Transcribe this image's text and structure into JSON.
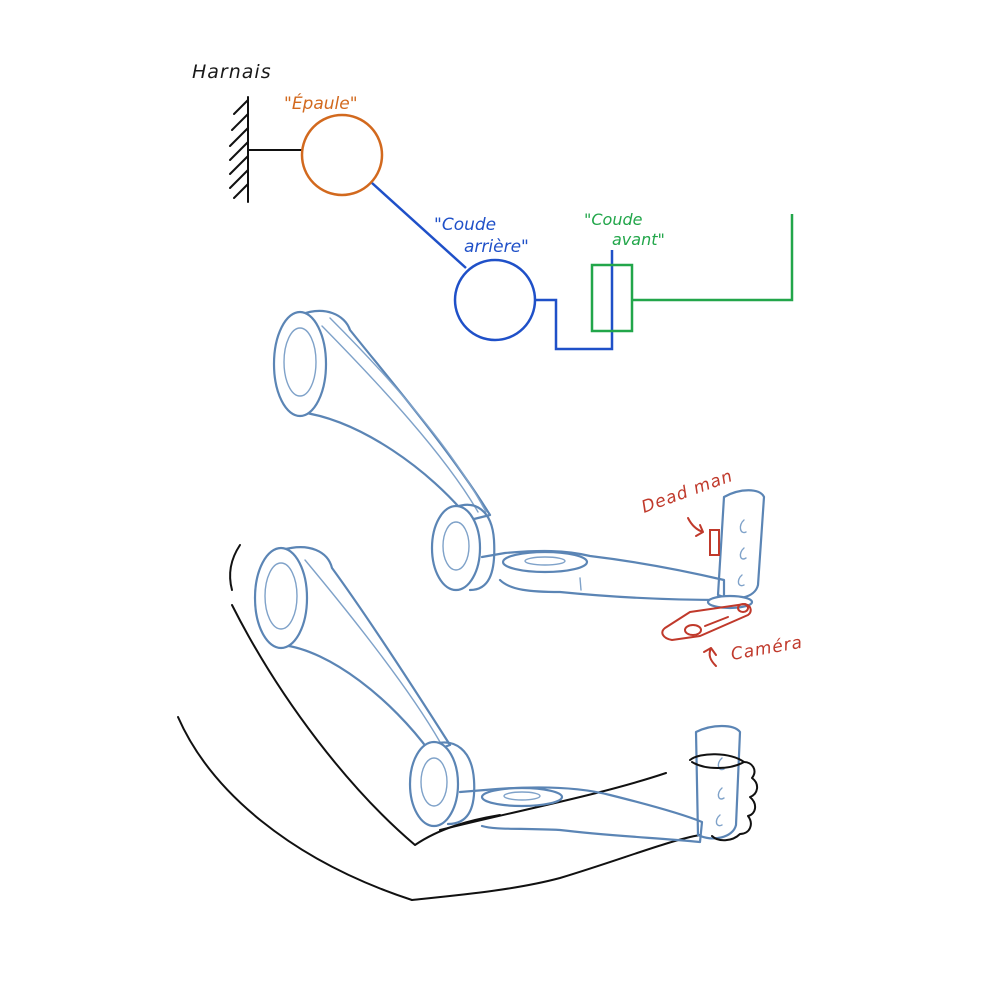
{
  "labels": {
    "harnais": "Harnais",
    "epaule": "\"Épaule\"",
    "coude_arriere_1": "\"Coude",
    "coude_arriere_2": "arrière\"",
    "coude_avant_1": "\"Coude",
    "coude_avant_2": "avant\"",
    "deadman": "Dead man",
    "camera": "Caméra"
  },
  "colors": {
    "harnais": "#1a1a1a",
    "epaule": "#d2691e",
    "coude_arriere": "#1f50c8",
    "coude_avant": "#22a64a",
    "annotations": "#c0392b",
    "arm_sketch": "#5b85b5"
  }
}
